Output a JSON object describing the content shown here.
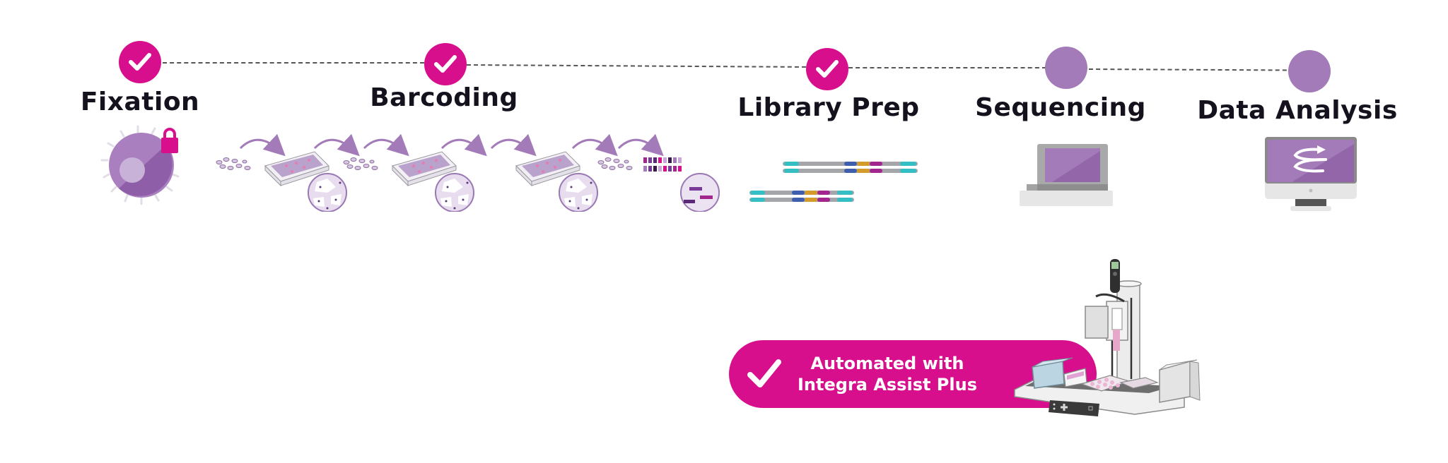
{
  "workflow": {
    "steps": [
      {
        "label": "Fixation",
        "status": "complete",
        "icon": "fixed-cell-lock-icon"
      },
      {
        "label": "Barcoding",
        "status": "complete",
        "icon": "split-pool-barcoding-icon"
      },
      {
        "label": "Library Prep",
        "status": "complete",
        "icon": "dna-library-fragments-icon"
      },
      {
        "label": "Sequencing",
        "status": "pending",
        "icon": "laptop-sequencer-icon"
      },
      {
        "label": "Data Analysis",
        "status": "pending",
        "icon": "desktop-monitor-analysis-icon"
      }
    ],
    "connector_style": "dashed"
  },
  "automation_badge": {
    "line1": "Automated with",
    "line2": "Integra Assist Plus",
    "icon": "check-icon",
    "device": "pipetting-robot-illustration"
  },
  "colors": {
    "complete": "#d80f8c",
    "pending": "#a27bb8",
    "text": "#15121e",
    "purple_dark": "#8c5fa8",
    "purple_light": "#b99acb",
    "dna_teal": "#35bfc4",
    "dna_blue": "#3f5fae",
    "dna_gold": "#d49a2a",
    "dna_magenta": "#a3268e",
    "dna_gray": "#a5a6aa"
  }
}
